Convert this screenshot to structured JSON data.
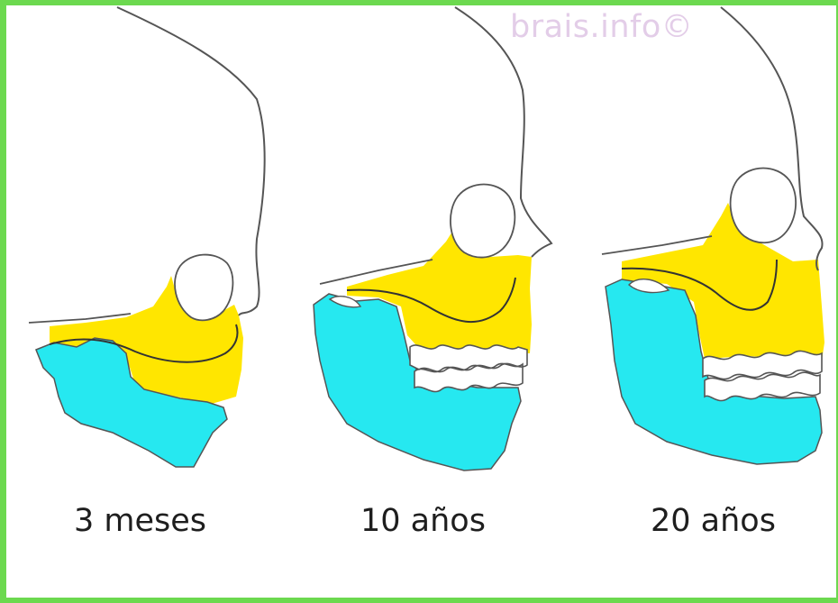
{
  "watermark": "brais.info©",
  "stages": [
    {
      "label": "3 meses"
    },
    {
      "label": "10 años"
    },
    {
      "label": "20 años"
    }
  ],
  "colors": {
    "border": "#6cd94f",
    "maxilla": "#ffe600",
    "mandible": "#26e8f0",
    "outline": "#4a4a4a",
    "watermark": "#e3cde8"
  }
}
